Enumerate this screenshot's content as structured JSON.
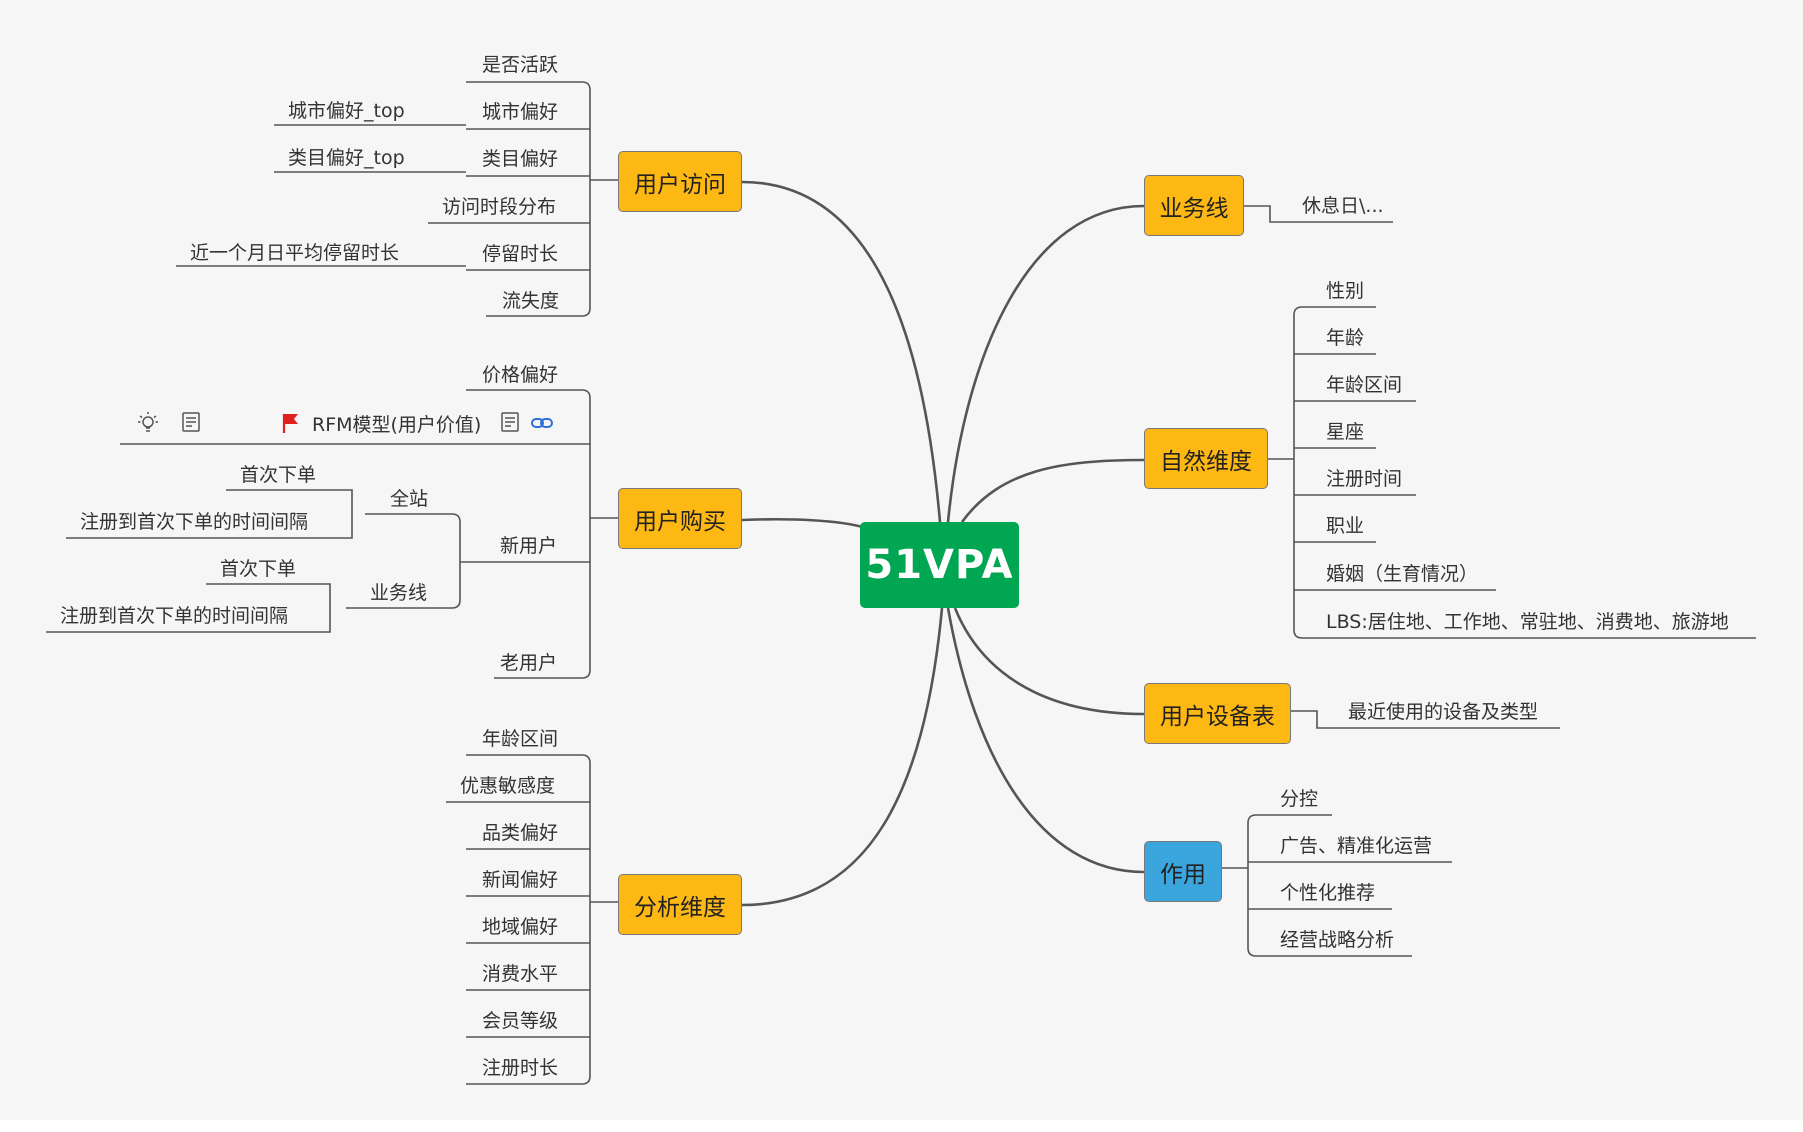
{
  "root": {
    "label": "51VPA"
  },
  "colors": {
    "root": "#00a651",
    "branch": "#fdb813",
    "purpose_branch": "#3aa6dd",
    "flag": "#e02020",
    "link": "#2e6fd9",
    "line": "#555555"
  },
  "icons": [
    "bulb-icon",
    "note-icon",
    "flag-icon",
    "note-icon",
    "link-icon"
  ],
  "user_visit": {
    "label": "用户访问",
    "items": [
      "是否活跃",
      "城市偏好",
      "类目偏好",
      "访问时段分布",
      "停留时长",
      "流失度"
    ],
    "subs": {
      "city_top": "城市偏好_top",
      "category_top": "类目偏好_top",
      "stay_avg": "近一个月日平均停留时长"
    }
  },
  "user_purchase": {
    "label": "用户购买",
    "price": "价格偏好",
    "rfm": "RFM模型(用户价值)",
    "new_user": {
      "label": "新用户",
      "site": {
        "label": "全站",
        "first_order": "首次下单",
        "interval": "注册到首次下单的时间间隔"
      },
      "business": {
        "label": "业务线",
        "first_order": "首次下单",
        "interval": "注册到首次下单的时间间隔"
      }
    },
    "old_user": "老用户"
  },
  "analysis": {
    "label": "分析维度",
    "items": [
      "年龄区间",
      "优惠敏感度",
      "品类偏好",
      "新闻偏好",
      "地域偏好",
      "消费水平",
      "会员等级",
      "注册时长"
    ]
  },
  "business_line": {
    "label": "业务线",
    "items": [
      "休息日\\..."
    ]
  },
  "natural": {
    "label": "自然维度",
    "items": [
      "性别",
      "年龄",
      "年龄区间",
      "星座",
      "注册时间",
      "职业",
      "婚姻（生育情况）",
      "LBS:居住地、工作地、常驻地、消费地、旅游地"
    ]
  },
  "device": {
    "label": "用户设备表",
    "items": [
      "最近使用的设备及类型"
    ]
  },
  "purpose": {
    "label": "作用",
    "items": [
      "分控",
      "广告、精准化运营",
      "个性化推荐",
      "经营战略分析"
    ]
  }
}
